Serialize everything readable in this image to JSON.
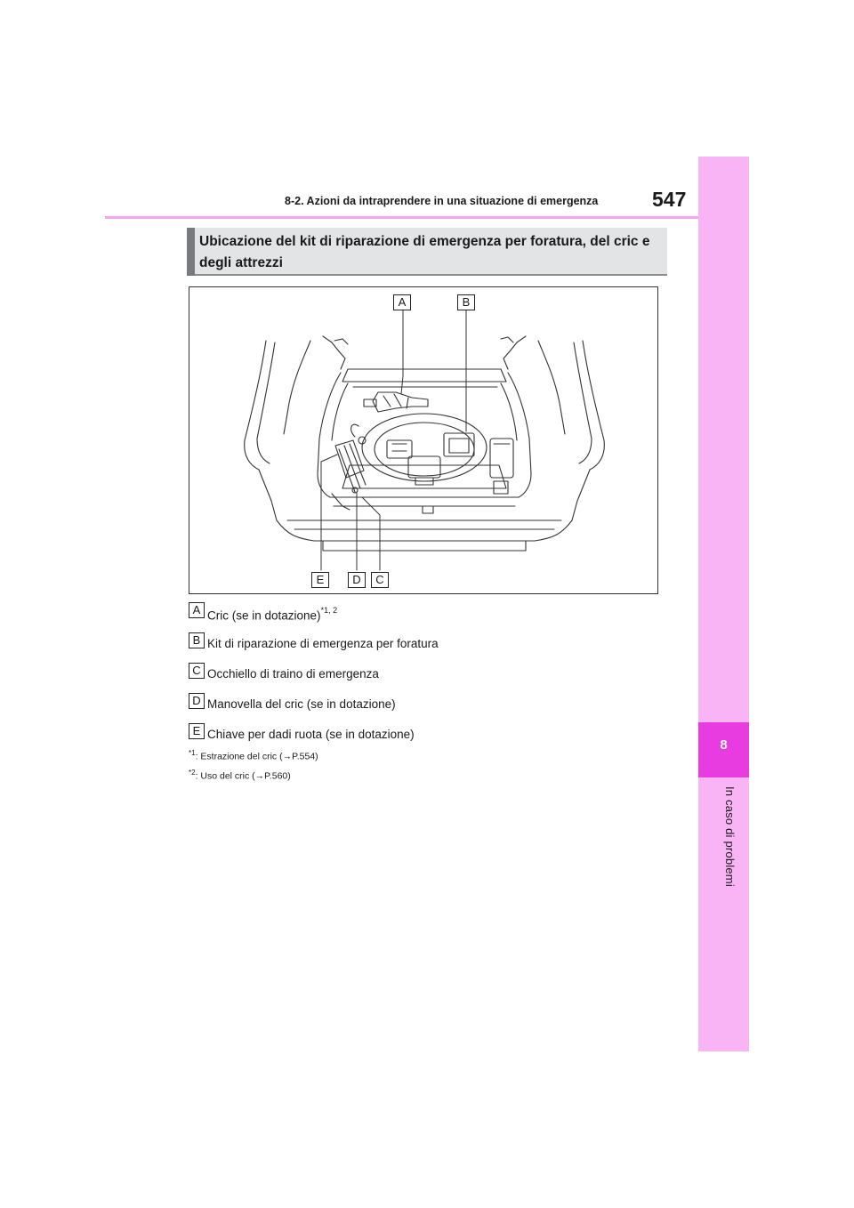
{
  "header": {
    "section_title": "8-2. Azioni da intraprendere in una situazione di emergenza",
    "page_number": "547"
  },
  "side_tab": {
    "chapter_number": "8",
    "chapter_title": "In caso di problemi"
  },
  "heading": {
    "title": "Ubicazione del kit di riparazione di emergenza per foratura, del cric e degli attrezzi"
  },
  "figure": {
    "icon": "car-trunk-illustration",
    "callouts": {
      "a": "A",
      "b": "B",
      "c": "C",
      "d": "D",
      "e": "E"
    }
  },
  "legend": [
    {
      "letter": "A",
      "text": "Cric (se in dotazione)",
      "sup": "*1, 2"
    },
    {
      "letter": "B",
      "text": "Kit di riparazione di emergenza per foratura",
      "sup": ""
    },
    {
      "letter": "C",
      "text": "Occhiello di traino di emergenza",
      "sup": ""
    },
    {
      "letter": "D",
      "text": "Manovella del cric (se in dotazione)",
      "sup": ""
    },
    {
      "letter": "E",
      "text": "Chiave per dadi ruota (se in dotazione)",
      "sup": ""
    }
  ],
  "notes": [
    {
      "mark": "*1",
      "text": ": Estrazione del cric (→P.554)"
    },
    {
      "mark": "*2",
      "text": ": Uso del cric (→P.560)"
    }
  ],
  "colors": {
    "tab_light": "#f9b4f5",
    "tab_active": "#e93ce0",
    "heading_bg": "#e3e4e5",
    "heading_bar": "#777b7d"
  }
}
